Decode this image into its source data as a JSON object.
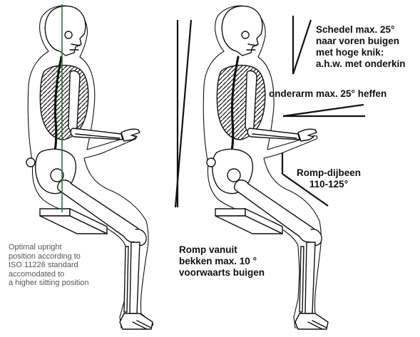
{
  "colors": {
    "ink": "#111111",
    "bone": "#ffffff",
    "vertical_line": "#1e7a3a",
    "note_text": "#555555"
  },
  "left_note": {
    "lines": [
      "Optimal upright",
      "position according to",
      "ISO 11226 standard",
      "accomodated to",
      "a higher sitting position"
    ]
  },
  "labels": {
    "skull": {
      "lines": [
        "Schedel max. 25°",
        "naar voren buigen",
        "met hoge knik:",
        "a.h.w. met onderkin"
      ]
    },
    "forearm": {
      "text": "onderarm max. 25° heffen"
    },
    "trunk_thigh": {
      "lines": [
        "Romp-dijbeen",
        "110-125°"
      ]
    },
    "trunk_pelvis": {
      "lines": [
        "Romp vanuit",
        "bekken max. 10 °",
        "voorwaarts buigen"
      ]
    }
  }
}
